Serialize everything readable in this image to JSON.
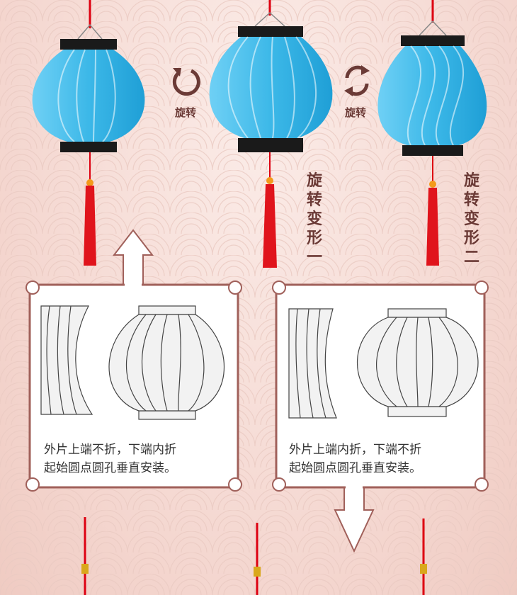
{
  "rotate_labels": [
    "旋转",
    "旋转"
  ],
  "variant_titles": [
    "旋转变形一",
    "旋转变形二"
  ],
  "panels": [
    {
      "line1": "外片上端不折，下端内折",
      "line2": "起始圆点圆孔垂直安装。"
    },
    {
      "line1": "外片上端内折，下端不折",
      "line2": "起始圆点圆孔垂直安装。"
    }
  ],
  "colors": {
    "lantern": "#3cb8e8",
    "frame": "#a0605a",
    "text": "#6b3a36",
    "tassel": "#e0141c"
  }
}
